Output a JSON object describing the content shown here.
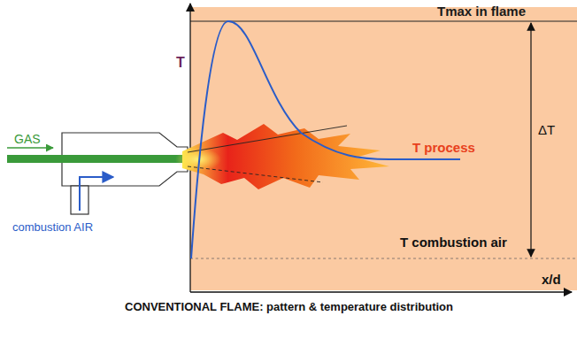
{
  "diagram": {
    "caption": "CONVENTIONAL FLAME: pattern & temperature distribution",
    "labels": [
      "Tmax in flame",
      "T",
      "GAS",
      "ΔT",
      "T process",
      "combustion AIR",
      "T combustion air",
      "x/d"
    ]
  }
}
